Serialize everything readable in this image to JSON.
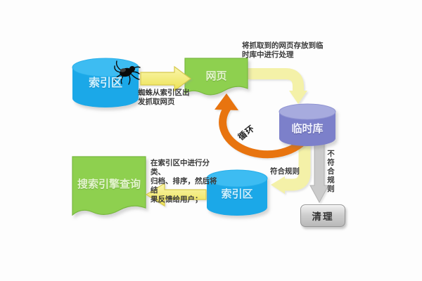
{
  "diagram": {
    "nodes": {
      "index_top": {
        "label": "索引区"
      },
      "webpage": {
        "label": "网页"
      },
      "temp_db": {
        "label": "临时库"
      },
      "index_bottom": {
        "label": "索引区"
      },
      "search_query": {
        "label": "搜索引擎查询"
      },
      "cleanup": {
        "label": "清理"
      }
    },
    "annotations": {
      "spider_note": "蜘蛛从索引区出\n发抓取网页",
      "store_note": "将抓取到的网页存放到临\n时库中进行处理",
      "loop_label": "循环",
      "match_rule": "符合规则",
      "not_match_rule": "不符合规则",
      "feedback_note": "在索引区中进行分类、\n归档、排序，然后将结\n果反馈给用户；"
    }
  },
  "colors": {
    "cyan-body": "#1ba8e8",
    "cyan-top": "#3dbcf2",
    "cyan-label": "#cdeffd",
    "green-shape": "#8ed04f",
    "green-border": "#79b840",
    "green-label": "#e3f4cd",
    "purple-body": "#7c80ca",
    "purple-top": "#a7abde",
    "yellow-bright": "#ece153",
    "yellow-bright-light": "#faf6ae",
    "yellow-border": "#d6c94e",
    "yellow-pale": "#f4f1a8",
    "orange": "#e8740f",
    "gray-arrow": "#cbcbcb",
    "text": "#3a3a3a"
  }
}
